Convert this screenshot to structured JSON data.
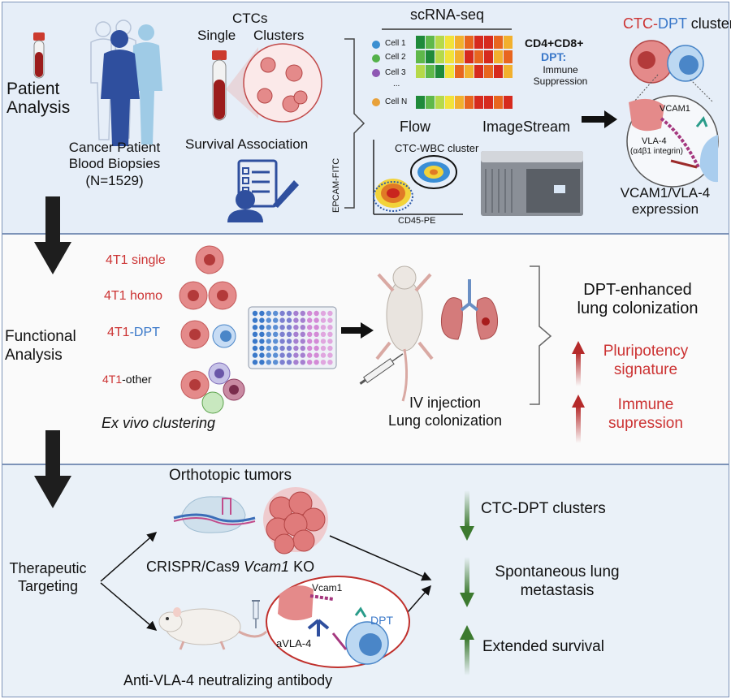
{
  "colors": {
    "panel_border": "#7d93b8",
    "panel1_bg": "#e6eef8",
    "panel2_bg": "#fafafa",
    "panel3_bg": "#eaf1f8",
    "tumor_red": "#cc3333",
    "dpt_blue": "#3a78c9",
    "arrow_green": "#3c7a2f",
    "arrow_red": "#b52a2a"
  },
  "panel1": {
    "patient_label": "Patient\nAnalysis",
    "cohort_label": "Cancer Patient\nBlood Biopsies\n(N=1529)",
    "ctcs_title": "CTCs",
    "single_label": "Single",
    "clusters_label": "Clusters",
    "survival_label": "Survival Association",
    "scrna_title": "scRNA-seq",
    "cell_labels": [
      "Cell 1",
      "Cell 2",
      "Cell 3",
      "...",
      "Cell N"
    ],
    "dpt_title_cd": "CD4+CD8+",
    "dpt_title_dpt": "DPT:",
    "dpt_desc": "Immune\nSuppression",
    "flow_label": "Flow",
    "imagestream_label": "ImageStream",
    "gate_label": "CTC-WBC cluster",
    "flow_ylabel": "EPCAM-FITC",
    "flow_xlabel": "CD45-PE",
    "cluster_title_ctc": "CTC-",
    "cluster_title_dpt": "DPT",
    "cluster_title_rest": " cluster",
    "vcam1_label": "VCAM1",
    "vla4_label": "VLA-4",
    "integrin_label": "(α4β1 integrin)",
    "expression_label": "VCAM1/VLA-4\nexpression"
  },
  "panel2": {
    "functional_label": "Functional\nAnalysis",
    "cond_single": "4T1 single",
    "cond_homo": "4T1 homo",
    "cond_dpt_prefix": "4T1",
    "cond_dpt_suffix": "-DPT",
    "cond_other_prefix": "4T1",
    "cond_other_suffix": "-other",
    "exvivo_label": "Ex vivo clustering",
    "injection_label": "IV injection\nLung colonization",
    "result_label": "DPT-enhanced\nlung colonization",
    "pluripotency_label": "Pluripotency\nsignature",
    "immune_label": "Immune\nsupression"
  },
  "panel3": {
    "therapeutic_label": "Therapeutic\nTargeting",
    "orthotopic_label": "Orthotopic tumors",
    "crispr_prefix": "CRISPR/Cas9 ",
    "crispr_gene": "Vcam1",
    "crispr_suffix": " KO",
    "antibody_label": "Anti-VLA-4 neutralizing antibody",
    "vcam1_small": "Vcam1",
    "avla4_label": "aVLA-4",
    "dpt_small": "DPT",
    "outcome1": "CTC-DPT clusters",
    "outcome2": "Spontaneous lung\nmetastasis",
    "outcome3": "Extended survival"
  }
}
